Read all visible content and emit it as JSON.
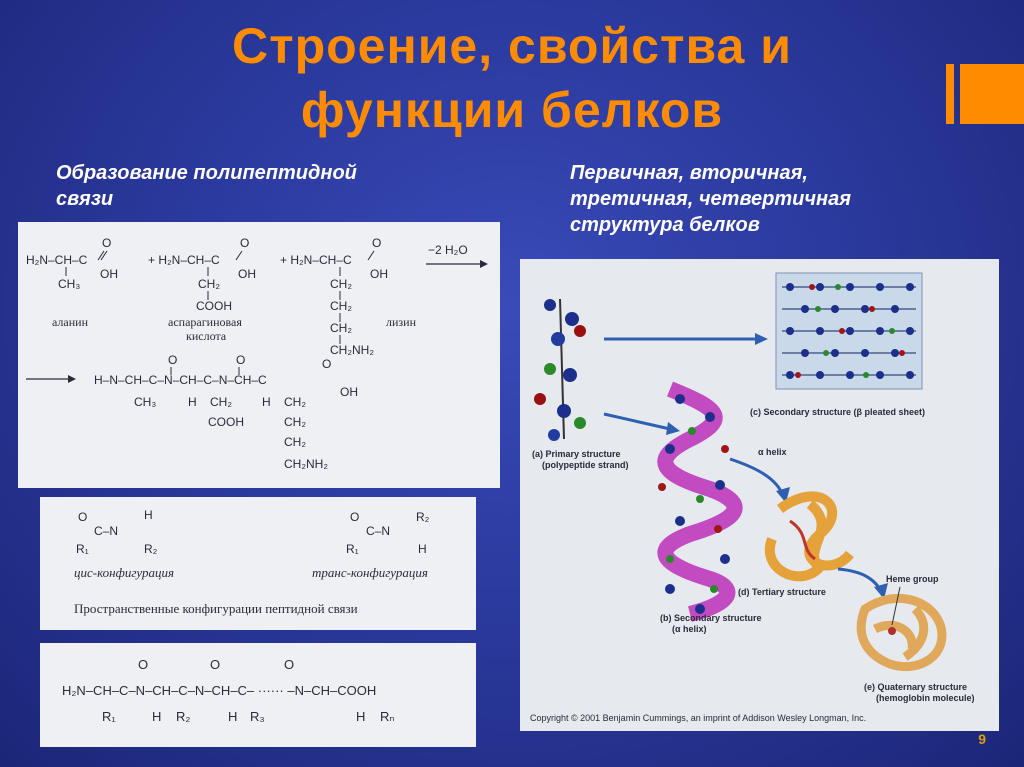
{
  "title": {
    "line1": "Строение, свойства и",
    "line2": "функции белков"
  },
  "left_heading": {
    "line1": "Образование полипептидной",
    "line2": "связи"
  },
  "right_heading": {
    "line1": "Первичная, вторичная,",
    "line2": "третичная, четвертичная",
    "line3": "структура белков"
  },
  "reaction_panel": {
    "alanine_label": "аланин",
    "asparagine_label_1": "аспарагиновая",
    "asparagine_label_2": "кислота",
    "lysine_label": "лизин",
    "minus_water": "−2 H₂O"
  },
  "configuration_panel": {
    "cis_label": "цис-конфигурация",
    "trans_label": "транс-конфигурация",
    "caption": "Пространственные конфигурации пептидной связи"
  },
  "structure_panel": {
    "primary_1": "(a) Primary structure",
    "primary_2": "(polypeptide strand)",
    "secondary_sheet": "(c) Secondary structure (β pleated sheet)",
    "alpha_helix": "α helix",
    "tertiary": "(d) Tertiary structure",
    "heme_group": "Heme group",
    "secondary_helix_1": "(b) Secondary structure",
    "secondary_helix_2": "(α helix)",
    "quaternary_1": "(e) Quaternary structure",
    "quaternary_2": "(hemoglobin molecule)",
    "copyright": "Copyright © 2001 Benjamin Cummings, an imprint of Addison Wesley Longman, Inc."
  },
  "page_number": "9",
  "colors": {
    "background": "#2b3a9e",
    "title": "#ff8c00",
    "accent_bar": "#ff8c00",
    "panel": "#eef0f4"
  }
}
